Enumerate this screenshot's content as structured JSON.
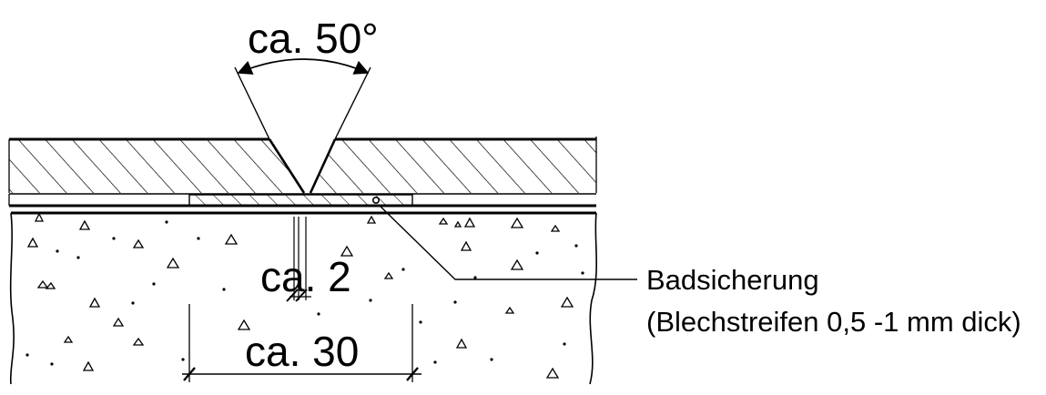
{
  "labels": {
    "angle": "ca. 50°",
    "gap": "ca. 2",
    "width": "ca. 30",
    "callout_line1": "Badsicherung",
    "callout_line2": "(Blechstreifen 0,5 -1 mm dick)"
  },
  "colors": {
    "ink": "#000000",
    "background": "#ffffff"
  }
}
